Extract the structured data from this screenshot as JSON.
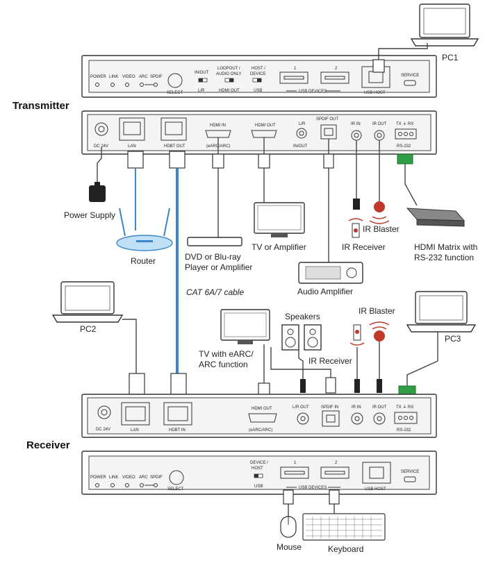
{
  "diagram": {
    "sections": {
      "transmitter": "Transmitter",
      "receiver": "Receiver"
    },
    "tx_front": {
      "leds": [
        "POWER",
        "LINK",
        "VIDEO",
        "ARC",
        "SPDIF"
      ],
      "select": "SELECT",
      "switch1_top": "IN/OUT",
      "switch1_bottom": "L/R",
      "switch2_top1": "LOOPOUT /",
      "switch2_top2": "AUDIO ONLY",
      "switch2_bottom": "HDMI OUT",
      "switch3_top1": "HOST /",
      "switch3_top2": "DEVICE",
      "switch3_bottom": "USB",
      "usb1": "1",
      "usb2": "2",
      "usb_devices": "USB DEVICES",
      "usb_host": "USB HOST",
      "service": "SERVICE"
    },
    "tx_rear": {
      "dc": "DC 24V",
      "lan": "LAN",
      "hdbt_out": "HDBT OUT",
      "hdmi_in": "HDMI IN",
      "hdmi_in_sub": "(eARC/ARC)",
      "hdmi_out": "HDMI OUT",
      "lr": "L/R",
      "lr_sub": "IN/OUT",
      "spdif_out": "SPDIF OUT",
      "ir_in": "IR IN",
      "ir_out": "IR OUT",
      "rs232_top": "TX ⏚ RX",
      "rs232": "RS-232"
    },
    "rx_rear": {
      "dc": "DC 24V",
      "lan": "LAN",
      "hdbt_in": "HDBT IN",
      "hdmi_out": "HDMI OUT",
      "hdmi_out_sub": "(eARC/ARC)",
      "lr_out": "L/R OUT",
      "spdif_in": "SPDIF IN",
      "ir_in": "IR IN",
      "ir_out": "IR OUT",
      "rs232_top": "TX ⏚ RX",
      "rs232": "RS-232"
    },
    "rx_front": {
      "leds": [
        "POWER",
        "LINK",
        "VIDEO",
        "ARC",
        "SPDIF"
      ],
      "select": "SELECT",
      "switch_top1": "DEVICE /",
      "switch_top2": "HOST",
      "switch_bottom": "USB",
      "usb1": "1",
      "usb2": "2",
      "usb_devices": "USB DEVICES",
      "usb_host": "USB HOST",
      "service": "SERVICE"
    },
    "devices": {
      "pc1": "PC1",
      "pc2": "PC2",
      "pc3": "PC3",
      "power_supply": "Power Supply",
      "router": "Router",
      "dvd_line1": "DVD or Blu-ray",
      "dvd_line2": "Player or Amplifier",
      "tv_amp": "TV or Amplifier",
      "ir_receiver": "IR Receiver",
      "ir_blaster": "IR Blaster",
      "matrix_line1": "HDMI Matrix with",
      "matrix_line2": "RS-232 function",
      "audio_amp": "Audio Amplifier",
      "cat_cable": "CAT 6A/7 cable",
      "speakers": "Speakers",
      "tv_earc_line1": "TV with eARC/",
      "tv_earc_line2": "ARC function",
      "ir_receiver_rx": "IR Receiver",
      "ir_blaster_rx": "IR Blaster",
      "mouse": "Mouse",
      "keyboard": "Keyboard"
    }
  }
}
